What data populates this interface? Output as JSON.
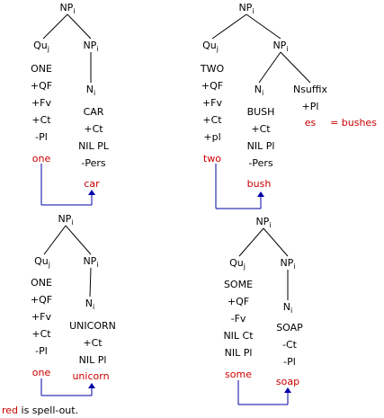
{
  "colors": {
    "text": "#000000",
    "spell_out": "#cc0000",
    "arrow": "#0000aa",
    "tree_line": "#000000"
  },
  "trees": [
    {
      "root": {
        "base": "NP",
        "sub": "i"
      },
      "quantifier": {
        "base": "Qu",
        "sub": "j",
        "features": [
          "ONE",
          "+QF",
          "+Fv",
          "+Ct",
          "-Pl"
        ],
        "spell_out": "one"
      },
      "np": {
        "base": "NP",
        "sub": "i"
      },
      "noun": {
        "base": "N",
        "sub": "i",
        "features": [
          "CAR",
          "+Ct",
          "NIL PL",
          "-Pers"
        ],
        "spell_out": "car"
      }
    },
    {
      "root": {
        "base": "NP",
        "sub": "i"
      },
      "quantifier": {
        "base": "Qu",
        "sub": "j",
        "features": [
          "TWO",
          "+QF",
          "+Fv",
          "+Ct",
          "+pl"
        ],
        "spell_out": "two"
      },
      "np": {
        "base": "NP",
        "sub": "i"
      },
      "noun": {
        "base": "N",
        "sub": "i",
        "features": [
          "BUSH",
          "+Ct",
          "NIL Pl",
          "-Pers"
        ],
        "spell_out": "bush"
      },
      "suffix": {
        "label": "Nsuffix",
        "features": [
          "+Pl"
        ],
        "spell_out": "es",
        "gloss": "= bushes"
      }
    },
    {
      "root": {
        "base": "NP",
        "sub": "i"
      },
      "quantifier": {
        "base": "Qu",
        "sub": "j",
        "features": [
          "ONE",
          "+QF",
          "+Fv",
          "+Ct",
          "-Pl"
        ],
        "spell_out": "one"
      },
      "np": {
        "base": "NP",
        "sub": "i"
      },
      "noun": {
        "base": "N",
        "sub": "i",
        "features": [
          "UNICORN",
          "+Ct",
          "NIL Pl"
        ],
        "spell_out": "unicorn"
      }
    },
    {
      "root": {
        "base": "NP",
        "sub": "i"
      },
      "quantifier": {
        "base": "Qu",
        "sub": "j",
        "features": [
          "SOME",
          "+QF",
          "-Fv",
          "NIL Ct",
          "NIL Pl"
        ],
        "spell_out": "some"
      },
      "np": {
        "base": "NP",
        "sub": "i"
      },
      "noun": {
        "base": "N",
        "sub": "i",
        "features": [
          "SOAP",
          "-Ct",
          "-Pl"
        ],
        "spell_out": "soap"
      }
    }
  ],
  "legend": {
    "red_word": "red",
    "rest": " is spell-out."
  }
}
